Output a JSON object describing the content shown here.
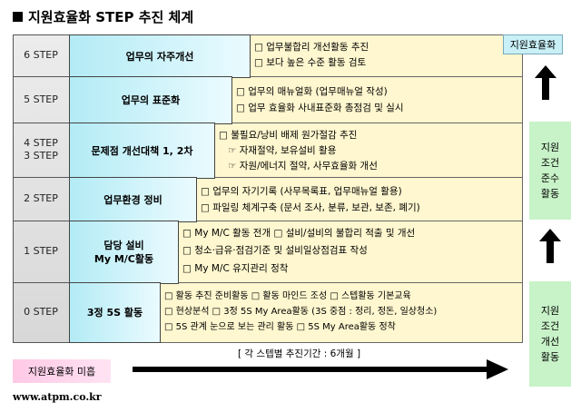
{
  "title": "지원효율화 STEP 추진 체계",
  "steps": [
    {
      "label": "6 STEP",
      "name": "업무의 자주개선",
      "items": [
        "□ 업무불합리 개선활동 추진",
        "□ 보다 높은 수준 활동 검토"
      ]
    },
    {
      "label": "5 STEP",
      "name": "업무의 표준화",
      "items": [
        "□ 업무의 매뉴얼화 (업무매뉴얼 작성)",
        "□ 업무 효율화 사내표준화 총점검 및 실시"
      ]
    },
    {
      "label": "4 STEP\n3 STEP",
      "name": "문제점 개선대책 1, 2차",
      "items": [
        "□ 불필요/낭비 배제 원가절감 추진",
        "☞ 자재절약, 보유설비 활용",
        "☞ 자원/에너지 절약, 사무효율화 개선"
      ]
    },
    {
      "label": "2 STEP",
      "name": "업무환경 정비",
      "items": [
        "□ 업무의 자기기록 (사무목록표, 업무매뉴얼 활용)",
        "□ 파일링 체계구축 (문서 조사, 분류, 보관, 보존, 폐기)"
      ]
    },
    {
      "label": "1 STEP",
      "name": "담당 설비\nMy M/C활동",
      "items": [
        "□ My M/C 활동 전개  □ 설비/설비의 불합리 적출 및 개선",
        "□ 청소·급유·점검기준 및 설비일상점검표 작성",
        "□ My M/C 유지관리 정착"
      ]
    },
    {
      "label": "0 STEP",
      "name": "3정 5S 활동",
      "items": [
        "□ 활동 추진 준비활동  □ 활동 마인드 조성  □ 스텝활동 기본교육",
        "□ 현상분석   □ 3정 5S My Area활동 (3S 중점 : 정리, 정돈, 일상청소)",
        "□ 5S 관계 눈으로 보는 관리 활동  □ 5S My Area활동 정착"
      ]
    }
  ],
  "right": {
    "top_label": "지원효율화",
    "middle_label": "지원\n조건\n준수\n활동",
    "bottom_label": "지원\n조건\n개선\n활동"
  },
  "bottom": {
    "start_label": "지원효율화 미흡",
    "period_label": "[ 각 스텝별 추진기간 : 6개월 ]"
  },
  "url": "www.atpm.co.kr"
}
